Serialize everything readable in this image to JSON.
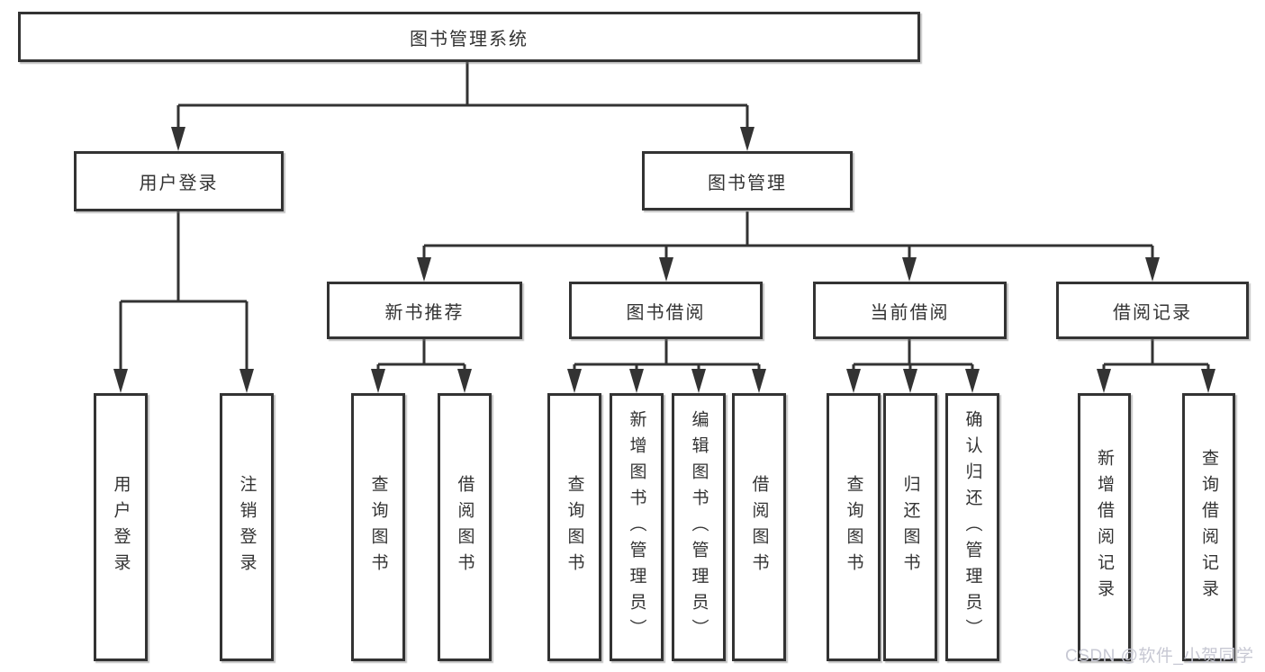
{
  "diagram": {
    "title": "图书管理系统",
    "nodes": {
      "root": "图书管理系统",
      "l2": [
        "用户登录",
        "图书管理"
      ],
      "l3": [
        "新书推荐",
        "图书借阅",
        "当前借阅",
        "借阅记录"
      ],
      "leaves": [
        "用户登录",
        "注销登录",
        "查询图书",
        "借阅图书",
        "查询图书",
        "新增图书（管理员）",
        "编辑图书（管理员）",
        "借阅图书",
        "查询图书",
        "归还图书",
        "确认归还（管理员）",
        "新增借阅记录",
        "查询借阅记录"
      ]
    },
    "hierarchy": {
      "图书管理系统": [
        "用户登录",
        "图书管理"
      ],
      "用户登录": [
        "用户登录",
        "注销登录"
      ],
      "图书管理": [
        "新书推荐",
        "图书借阅",
        "当前借阅",
        "借阅记录"
      ],
      "新书推荐": [
        "查询图书",
        "借阅图书"
      ],
      "图书借阅": [
        "查询图书",
        "新增图书（管理员）",
        "编辑图书（管理员）",
        "借阅图书"
      ],
      "当前借阅": [
        "查询图书",
        "归还图书",
        "确认归还（管理员）"
      ],
      "借阅记录": [
        "新增借阅记录",
        "查询借阅记录"
      ]
    },
    "colors": {
      "box_border": "#333333",
      "line": "#333333",
      "text": "#333333",
      "background": "#ffffff",
      "watermark": "#c7c8d3"
    }
  },
  "watermark": {
    "text": "CSDN @软件_小贺同学"
  }
}
